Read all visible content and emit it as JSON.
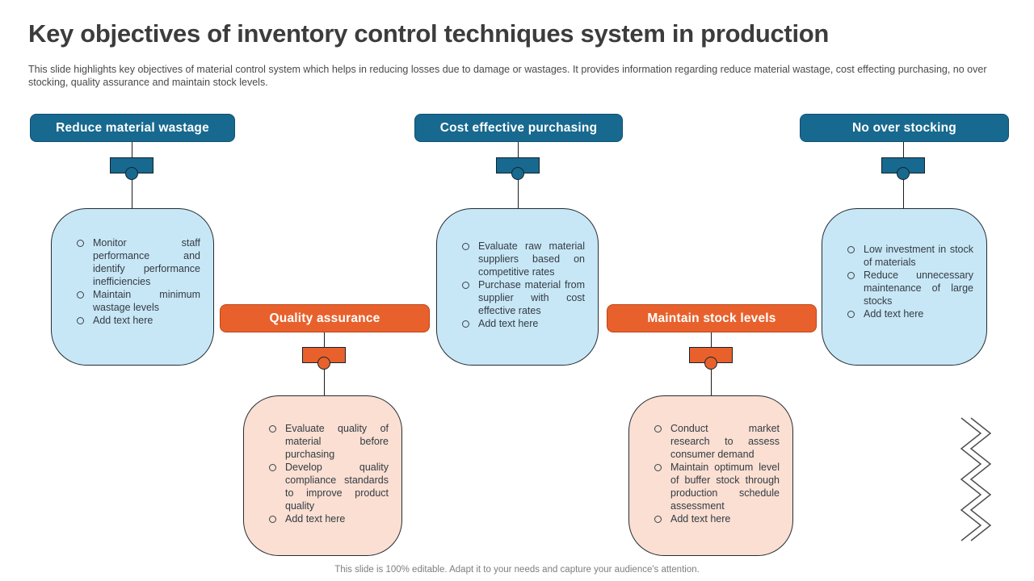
{
  "slide": {
    "title": "Key objectives of inventory control techniques system in production",
    "description": "This slide highlights key objectives of material control system which helps in reducing losses due to damage or wastages. It provides information regarding reduce material wastage, cost effecting purchasing, no over stocking, quality assurance and maintain stock levels.",
    "footer": "This slide is 100% editable. Adapt it to your needs and capture your audience's attention."
  },
  "colors": {
    "teal_header": "#17698f",
    "teal_border": "#10506e",
    "orange_header": "#e8612c",
    "orange_border": "#bf4515",
    "light_blue_fill": "#c8e7f6",
    "light_peach_fill": "#fadfd2",
    "shape_outline": "#242d33",
    "title_text": "#3c3c3c",
    "body_text": "#333b44",
    "footer_text": "#7e7e7e"
  },
  "columns": [
    {
      "id": "reduce-material-wastage",
      "label": "Reduce material wastage",
      "theme": "teal",
      "bullets": [
        "Monitor staff performance and identify performance inefficiencies",
        "Maintain minimum wastage levels",
        "Add text here"
      ]
    },
    {
      "id": "quality-assurance",
      "label": "Quality assurance",
      "theme": "orange",
      "bullets": [
        "Evaluate quality of material before purchasing",
        "Develop quality compliance standards to improve product quality",
        "Add text here"
      ]
    },
    {
      "id": "cost-effective-purchasing",
      "label": "Cost effective purchasing",
      "theme": "teal",
      "bullets": [
        "Evaluate raw material suppliers based on competitive rates",
        "Purchase material from supplier with cost effective rates",
        "Add text here"
      ]
    },
    {
      "id": "maintain-stock-levels",
      "label": "Maintain stock levels",
      "theme": "orange",
      "bullets": [
        "Conduct market research to assess consumer demand",
        "Maintain optimum level of buffer stock through production schedule assessment",
        "Add text here"
      ]
    },
    {
      "id": "no-over-stocking",
      "label": "No over stocking",
      "theme": "teal",
      "bullets": [
        "Low investment in stock of materials",
        "Reduce unnecessary maintenance of large stocks",
        "Add text here"
      ]
    }
  ],
  "decor": {
    "zigzag_icon": "double-chevron-zigzag"
  }
}
